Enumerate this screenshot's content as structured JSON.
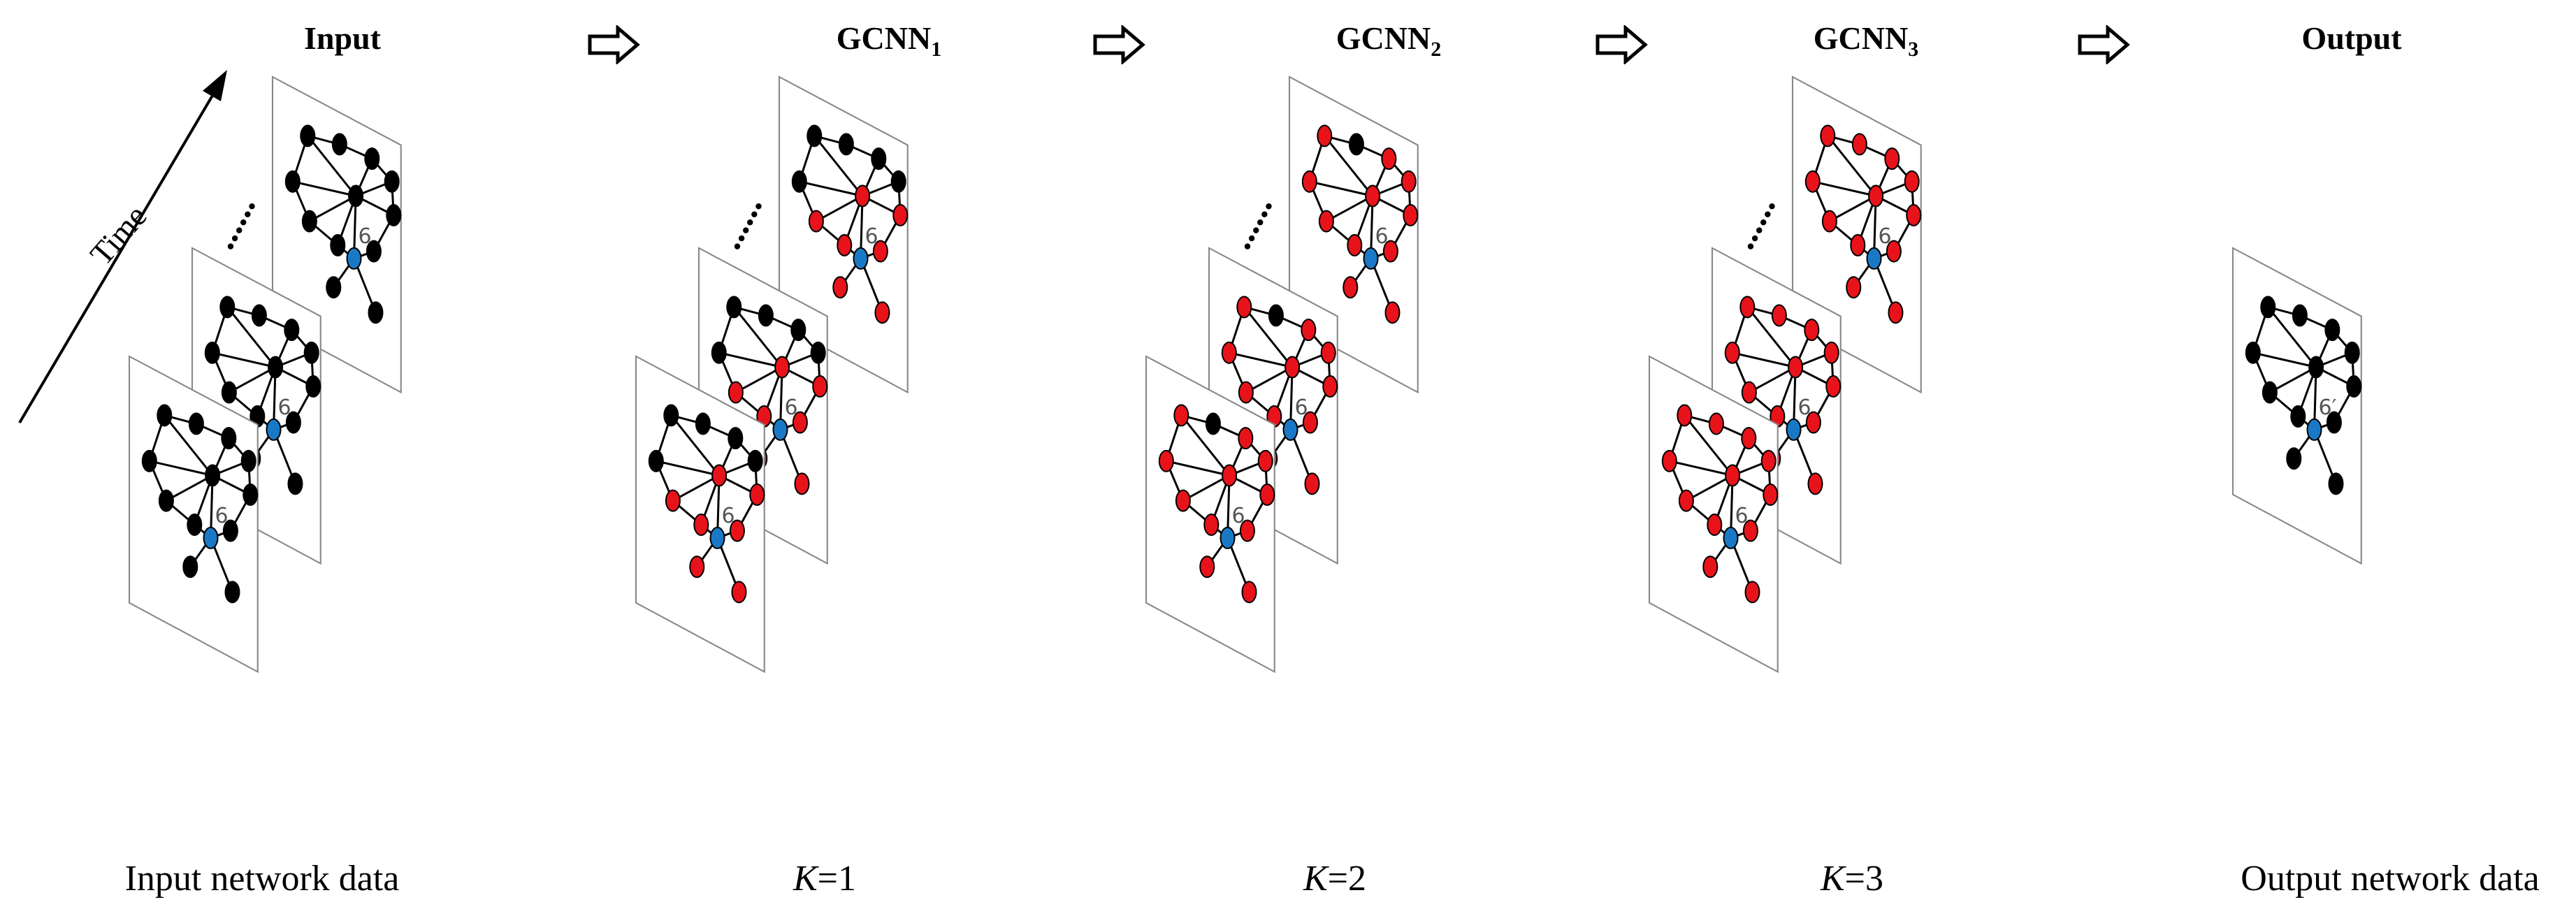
{
  "stages": [
    {
      "id": "input",
      "title": "Input",
      "caption": "Input network data",
      "k": null,
      "type": "stack"
    },
    {
      "id": "gcnn1",
      "title_base": "GCNN",
      "title_sub": "1",
      "caption": "K=1",
      "k": 1,
      "type": "stack"
    },
    {
      "id": "gcnn2",
      "title_base": "GCNN",
      "title_sub": "2",
      "caption": "K=2",
      "k": 2,
      "type": "stack"
    },
    {
      "id": "gcnn3",
      "title_base": "GCNN",
      "title_sub": "3",
      "caption": "K=3",
      "k": 3,
      "type": "stack"
    },
    {
      "id": "output",
      "title": "Output",
      "caption": "Output network data",
      "k": null,
      "type": "single"
    }
  ],
  "axis": {
    "label": "Time"
  },
  "graph": {
    "center_node_label": "6",
    "output_node_label": "6′",
    "ellipsis": "......"
  },
  "colors": {
    "black_node": "#000000",
    "red_node": "#e8131a",
    "blue_node": "#1a79c6",
    "edge": "#000000",
    "panel_border": "#888888"
  },
  "captions_italic_prefix": {
    "K": "K"
  }
}
